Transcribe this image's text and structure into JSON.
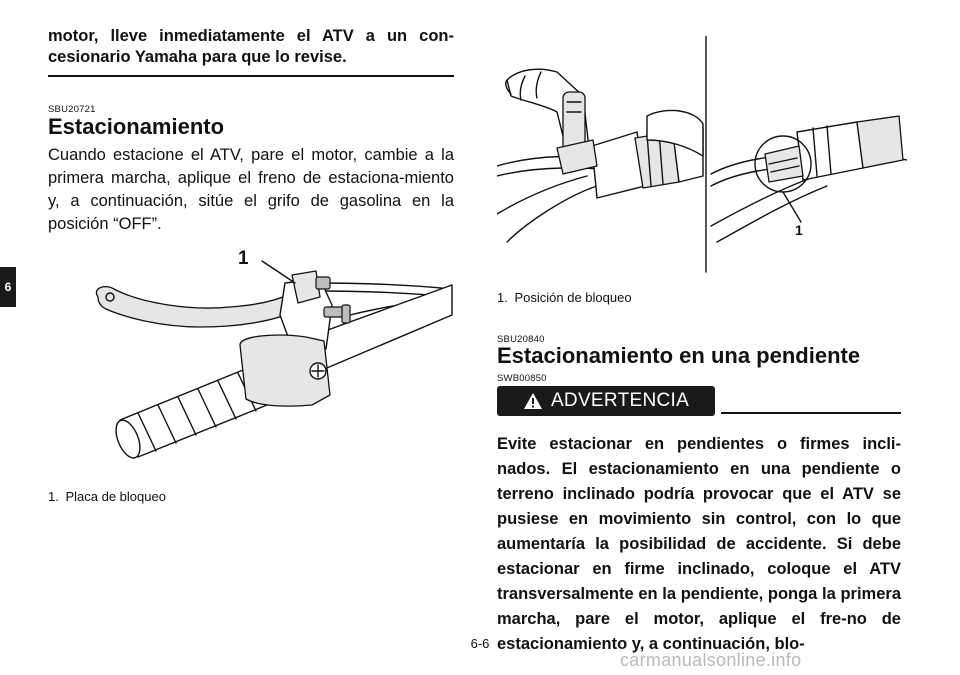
{
  "side_tab": "6",
  "left": {
    "lead_bold": "motor, lleve inmediatamente el ATV a un con-cesionario Yamaha para que lo revise.",
    "section_code": "SBU20721",
    "section_title": "Estacionamiento",
    "body": "Cuando estacione el ATV, pare el motor, cambie a la primera marcha, aplique el freno de estaciona-miento y, a continuación, sitúe el grifo de gasolina en la posición “OFF”.",
    "figure_label": "1",
    "caption_num": "1.",
    "caption_text": "Placa de bloqueo"
  },
  "right": {
    "figure_label": "1",
    "caption_num": "1.",
    "caption_text": "Posición de bloqueo",
    "section_code": "SBU20840",
    "section_title": "Estacionamiento en una pendiente",
    "warning_code": "SWB00850",
    "warning_label": "ADVERTENCIA",
    "warning_body": "Evite estacionar en pendientes o firmes incli-nados. El estacionamiento en una pendiente o terreno inclinado podría provocar que el ATV se pusiese en movimiento sin control, con lo que aumentaría la posibilidad de accidente. Si debe estacionar en firme inclinado, coloque el ATV transversalmente en la pendiente, ponga la primera marcha, pare el motor, aplique el fre-no de estacionamiento y, a continuación, blo-"
  },
  "footer": {
    "page_number": "6-6",
    "watermark": "carmanualsonline.info"
  }
}
